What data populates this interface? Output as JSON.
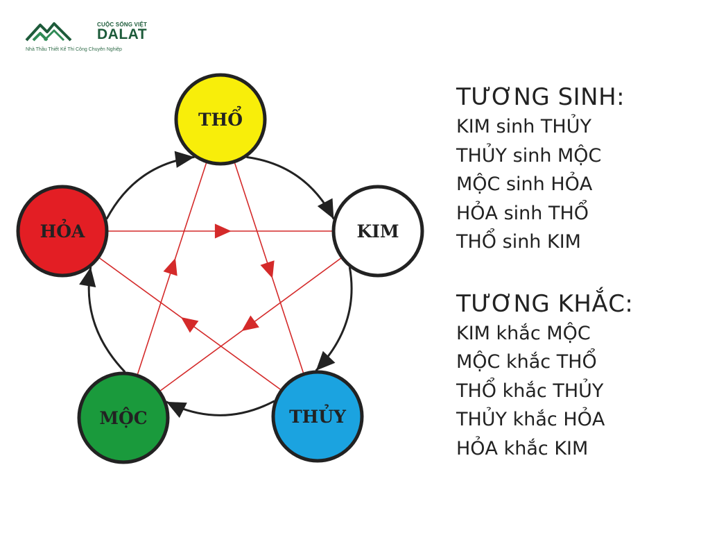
{
  "logo": {
    "tagline": "CUỘC SỐNG VIỆT",
    "brand": "DALAT",
    "subtitle": "Nhà Thầu Thiết Kế Thi Công Chuyên Nghiệp",
    "color": "#1d5b3a"
  },
  "elements": {
    "tho": {
      "label": "THỔ",
      "fill": "#f8ee0a",
      "text_color": "#222222"
    },
    "kim": {
      "label": "KIM",
      "fill": "#ffffff",
      "text_color": "#222222"
    },
    "thuy": {
      "label": "THỦY",
      "fill": "#1ba3e0",
      "text_color": "#222222"
    },
    "moc": {
      "label": "MỘC",
      "fill": "#1a9a3c",
      "text_color": "#222222"
    },
    "hoa": {
      "label": "HỎA",
      "fill": "#e31e24",
      "text_color": "#222222"
    }
  },
  "edge_colors": {
    "sinh": "#222222",
    "khac": "#d42a2a"
  },
  "legend": {
    "sinh_title": "TƯƠNG SINH:",
    "sinh": [
      "KIM sinh THỦY",
      "THỦY sinh MỘC",
      "MỘC sinh HỎA",
      "HỎA sinh THỔ",
      "THỔ sinh KIM"
    ],
    "khac_title": "TƯƠNG KHẮC:",
    "khac": [
      "KIM khắc MỘC",
      "MỘC khắc THỔ",
      "THỔ khắc THỦY",
      "THỦY khắc HỎA",
      "HỎA khắc KIM"
    ]
  }
}
